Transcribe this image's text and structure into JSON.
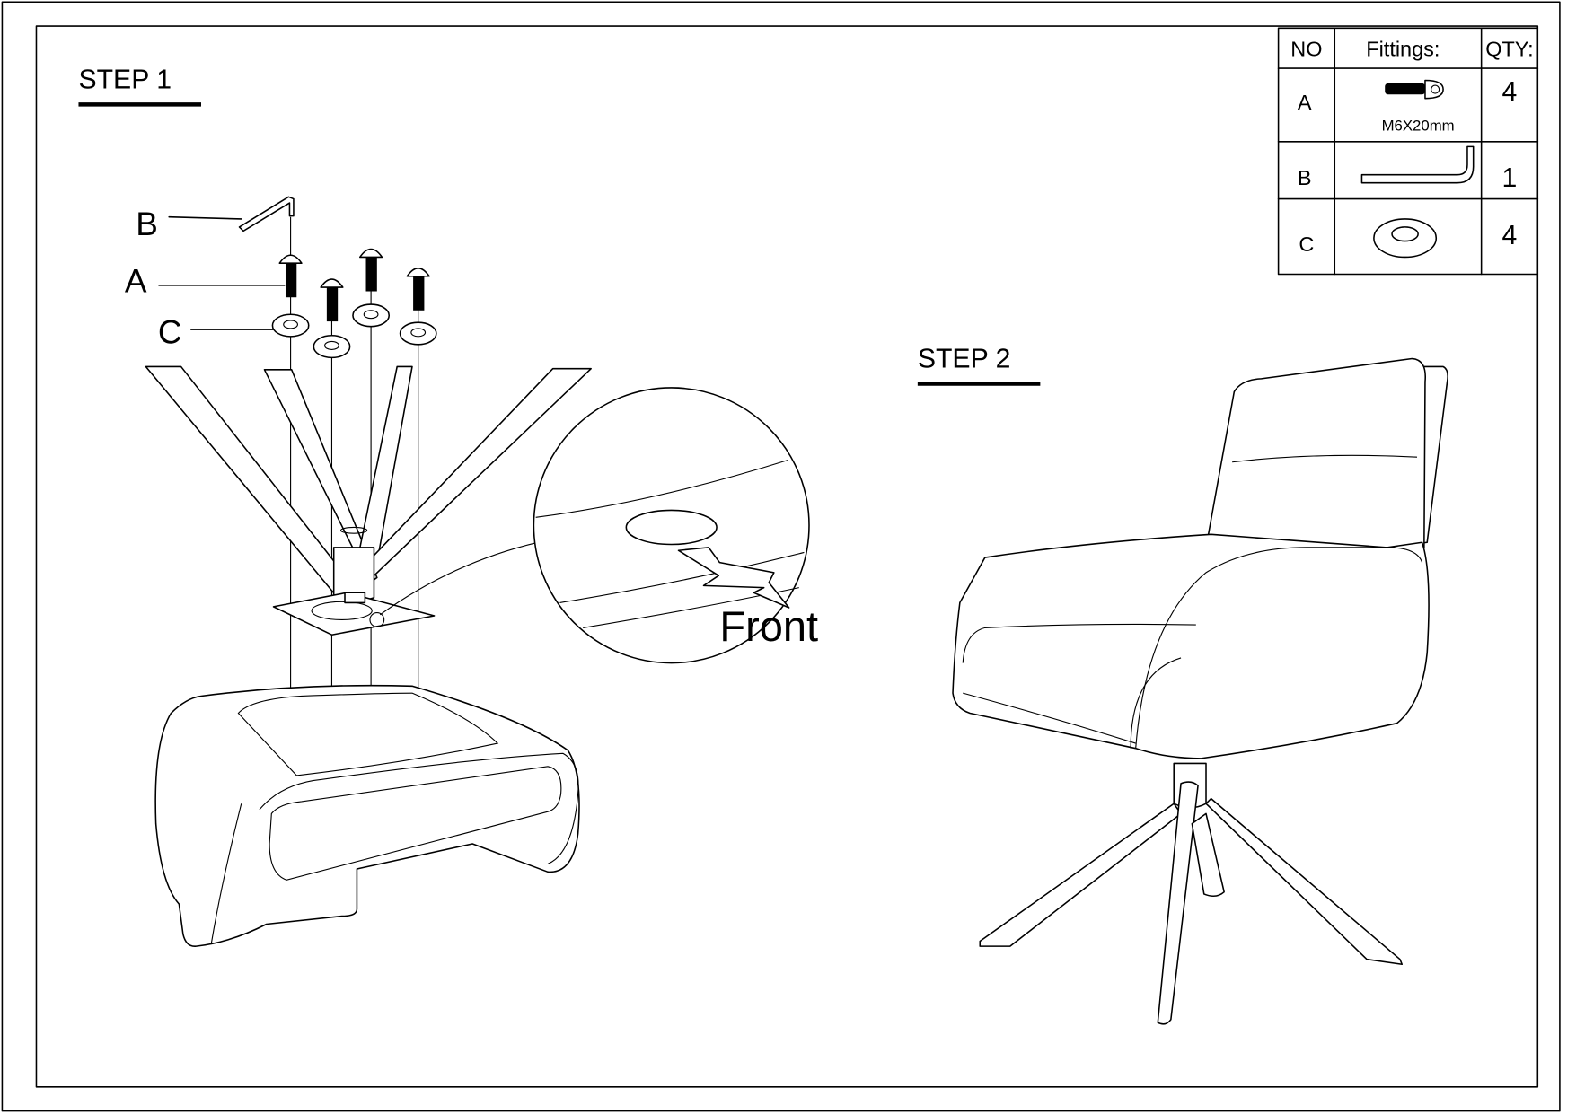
{
  "step1": {
    "title": "STEP 1",
    "labels": {
      "b": "B",
      "a": "A",
      "c": "C"
    },
    "detail_label": "Front"
  },
  "step2": {
    "title": "STEP 2"
  },
  "fittings_table": {
    "headers": {
      "no": "NO",
      "fittings": "Fittings:",
      "qty": "QTY:"
    },
    "rows": [
      {
        "no": "A",
        "item": "screw-icon",
        "caption": "M6X20mm",
        "qty": "4"
      },
      {
        "no": "B",
        "item": "allen-key-icon",
        "caption": "",
        "qty": "1"
      },
      {
        "no": "C",
        "item": "washer-icon",
        "caption": "",
        "qty": "4"
      }
    ]
  }
}
